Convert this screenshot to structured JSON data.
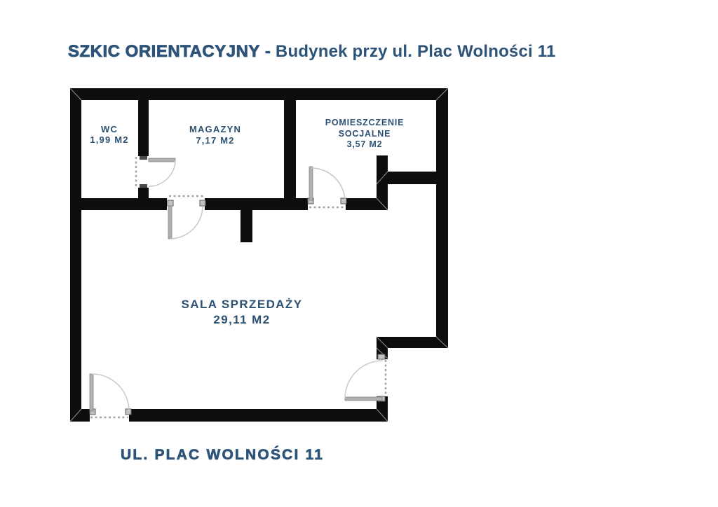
{
  "header": {
    "title_emphasis": "SZKIC ORIENTACYJNY",
    "title_separator": "-",
    "title_rest": "Budynek przy ul. Plac Wolności 11"
  },
  "rooms": {
    "wc": {
      "name": "WC",
      "area": "1,99 M2"
    },
    "magazyn": {
      "name": "MAGAZYN",
      "area": "7,17 M2"
    },
    "socjalne": {
      "name_line1": "POMIESZCZENIE",
      "name_line2": "SOCJALNE",
      "area": "3,57 M2"
    },
    "sala": {
      "name": "SALA SPRZEDAŻY",
      "area": "29,11 M2"
    }
  },
  "footer": {
    "street_label": "UL. PLAC WOLNOŚCI 11"
  },
  "colors": {
    "accent_text": "#2d5478",
    "wall": "#0d0d0d",
    "door_leaf": "#b0b0b0",
    "door_arc": "#c9c9c9",
    "door_dash": "#a5a5a5",
    "background": "#ffffff"
  }
}
